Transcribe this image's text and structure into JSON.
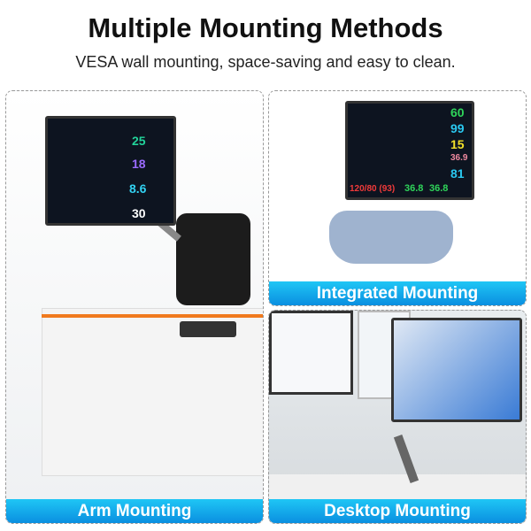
{
  "header": {
    "title": "Multiple Mounting Methods",
    "subtitle": "VESA wall mounting, space-saving and easy to clean."
  },
  "panels": {
    "arm": {
      "label": "Arm Mounting",
      "readings": [
        "25",
        "18",
        "8.6",
        "30"
      ]
    },
    "integrated": {
      "label": "Integrated Mounting",
      "readings": [
        "60",
        "99",
        "15",
        "36.9",
        "120/80 (93)",
        "36.8",
        "36.8",
        "81"
      ]
    },
    "desktop": {
      "label": "Desktop Mounting"
    }
  },
  "colors": {
    "label_bar": "#0a9be6",
    "accent_orange": "#f07a1e"
  }
}
